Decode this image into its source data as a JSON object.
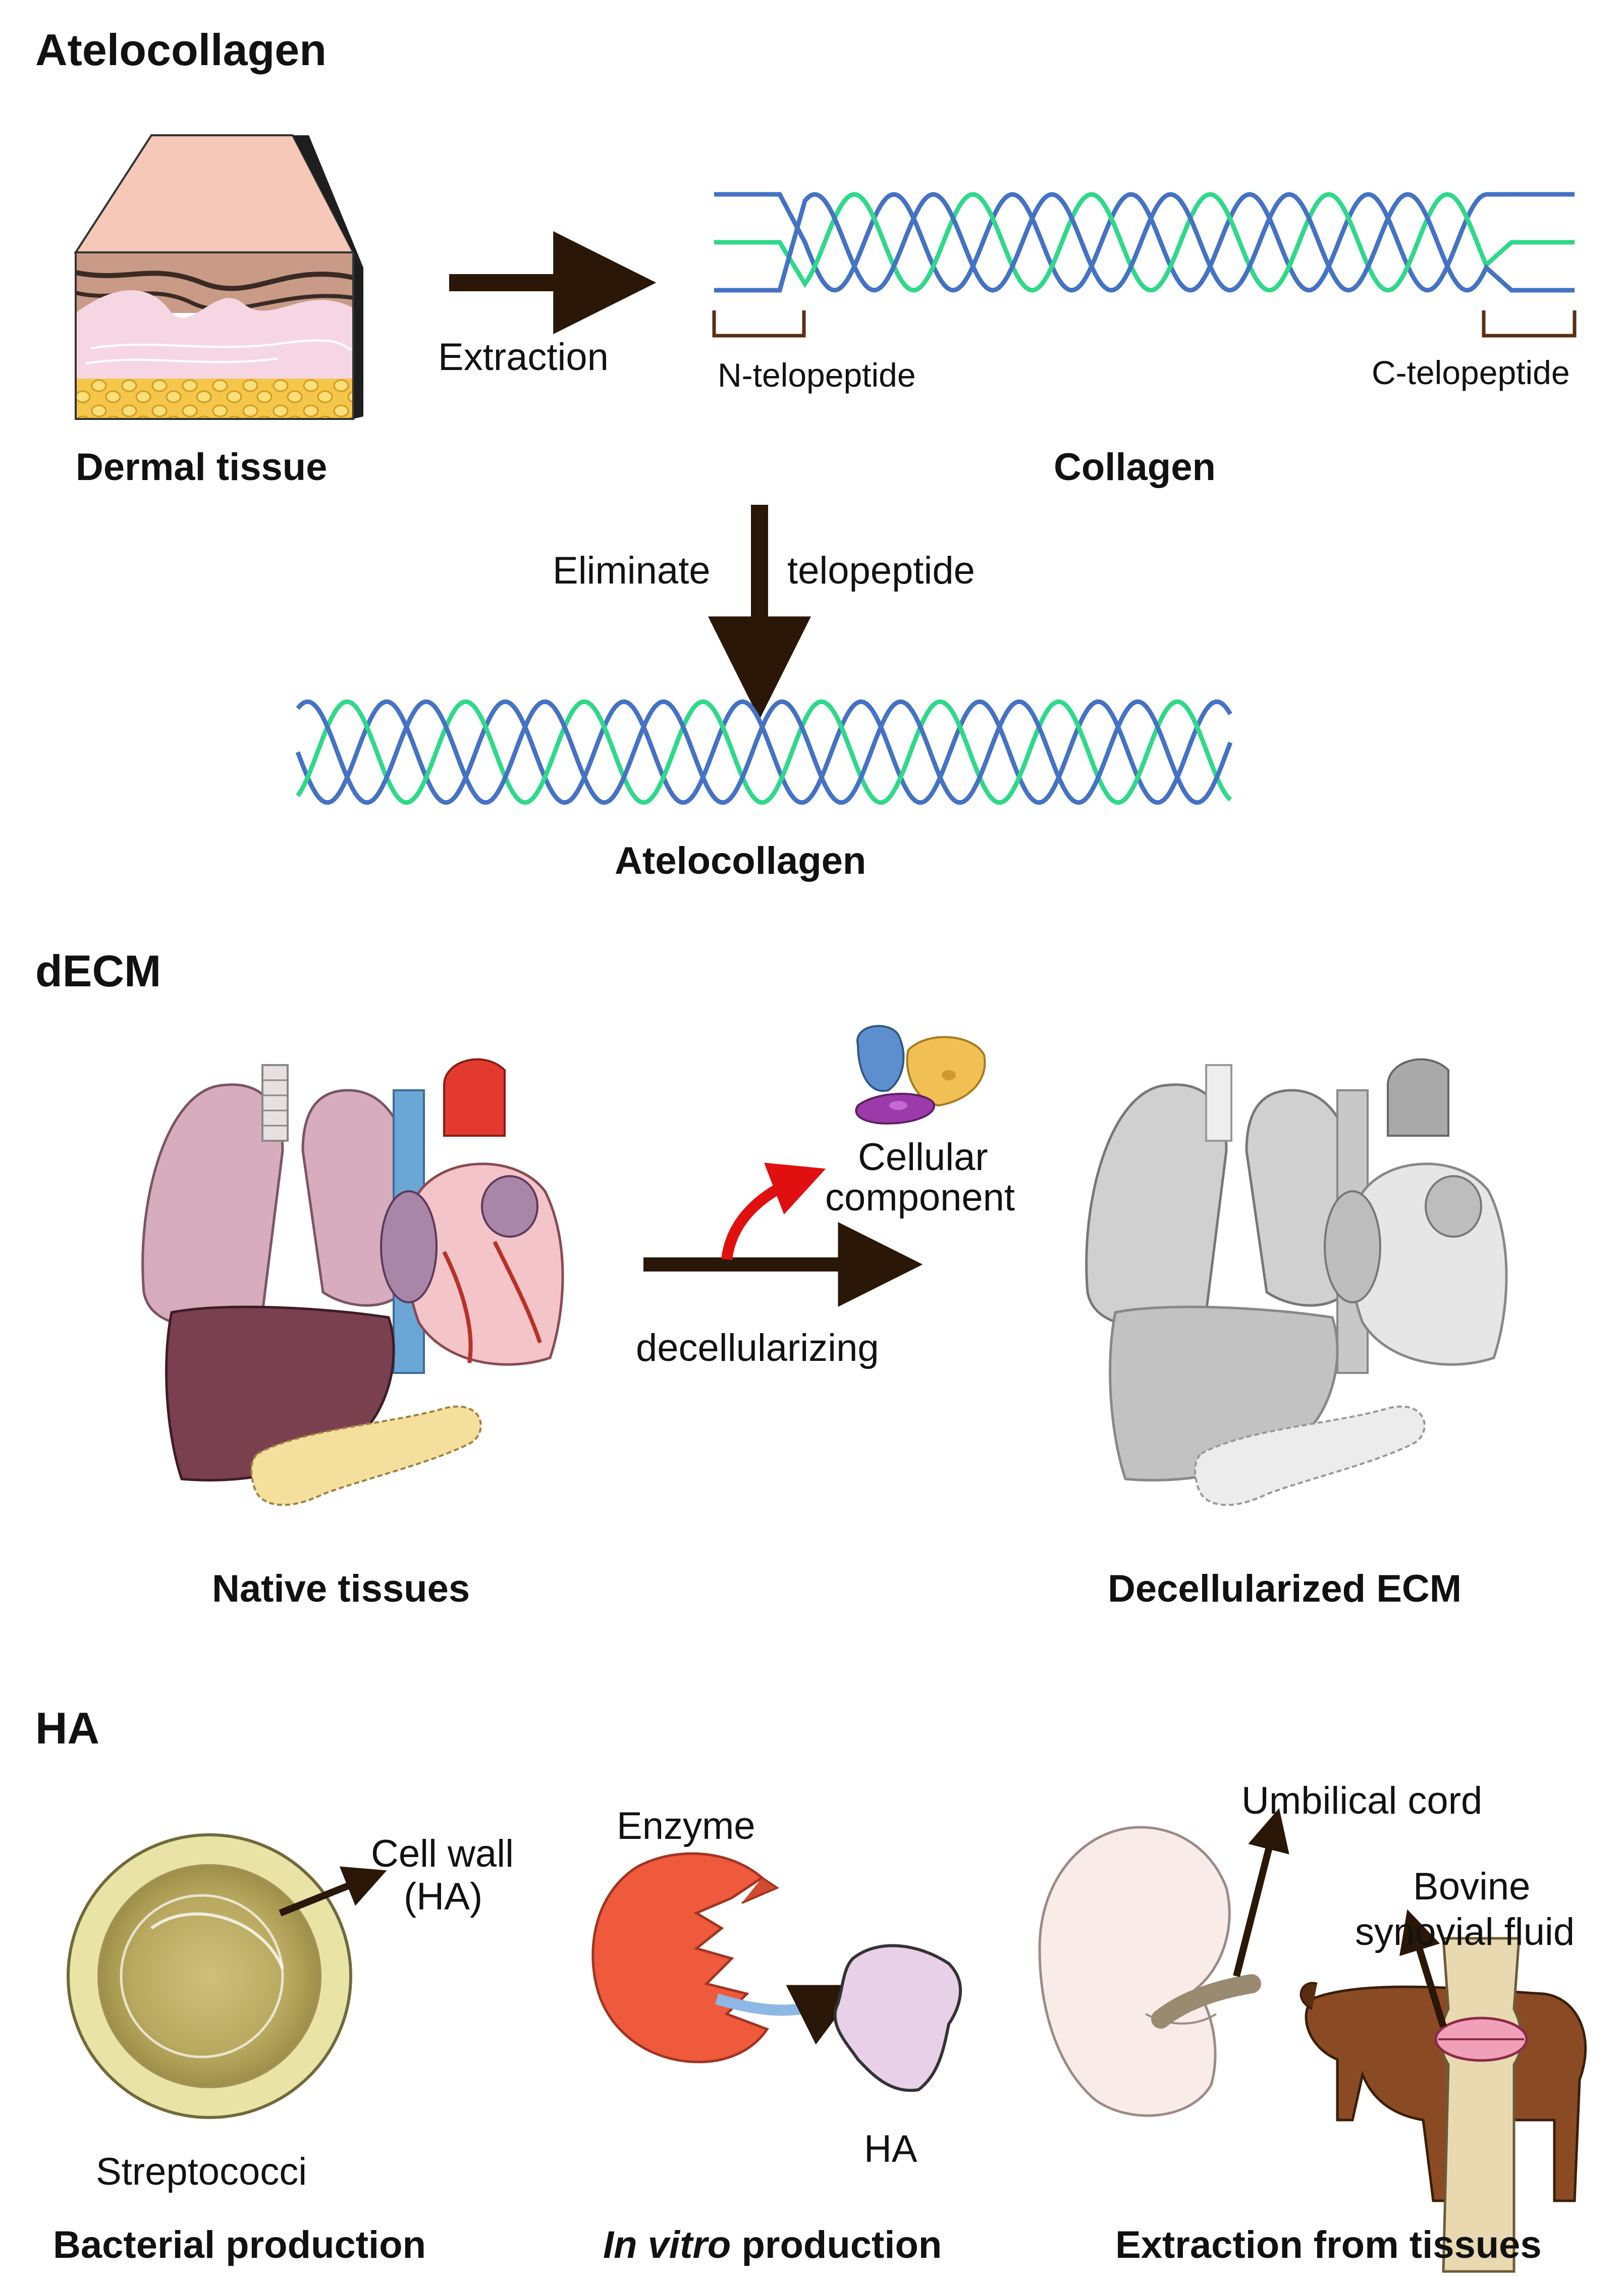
{
  "sections": {
    "atelocollagen": {
      "heading": "Atelocollagen",
      "source_label": "Dermal tissue",
      "step1_label": "Extraction",
      "product_label": "Collagen",
      "n_term_label": "N-telopeptide",
      "c_term_label": "C-telopeptide",
      "step2_left": "Eliminate",
      "step2_right": "telopeptide",
      "final_label": "Atelocollagen"
    },
    "decm": {
      "heading": "dECM",
      "removed_label_line1": "Cellular",
      "removed_label_line2": "component",
      "process_label": "decellularizing",
      "left_caption": "Native tissues",
      "right_caption": "Decellularized ECM"
    },
    "ha": {
      "heading": "HA",
      "bacterial": {
        "pointer_line1": "Cell wall",
        "pointer_line2": "(HA)",
        "organism": "Streptococci",
        "caption": "Bacterial production"
      },
      "invitro": {
        "enzyme_label": "Enzyme",
        "product_label": "HA",
        "caption_italic": "In vitro",
        "caption_rest": " production"
      },
      "tissue": {
        "cord_label": "Umbilical cord",
        "fluid_line1": "Bovine",
        "fluid_line2": "synovial fluid",
        "caption": "Extraction from tissues"
      }
    }
  },
  "colors": {
    "arrow": "#2a1708",
    "helix_blue": "#4472c4",
    "helix_green": "#2fd98a",
    "red_arrow": "#e01010"
  }
}
